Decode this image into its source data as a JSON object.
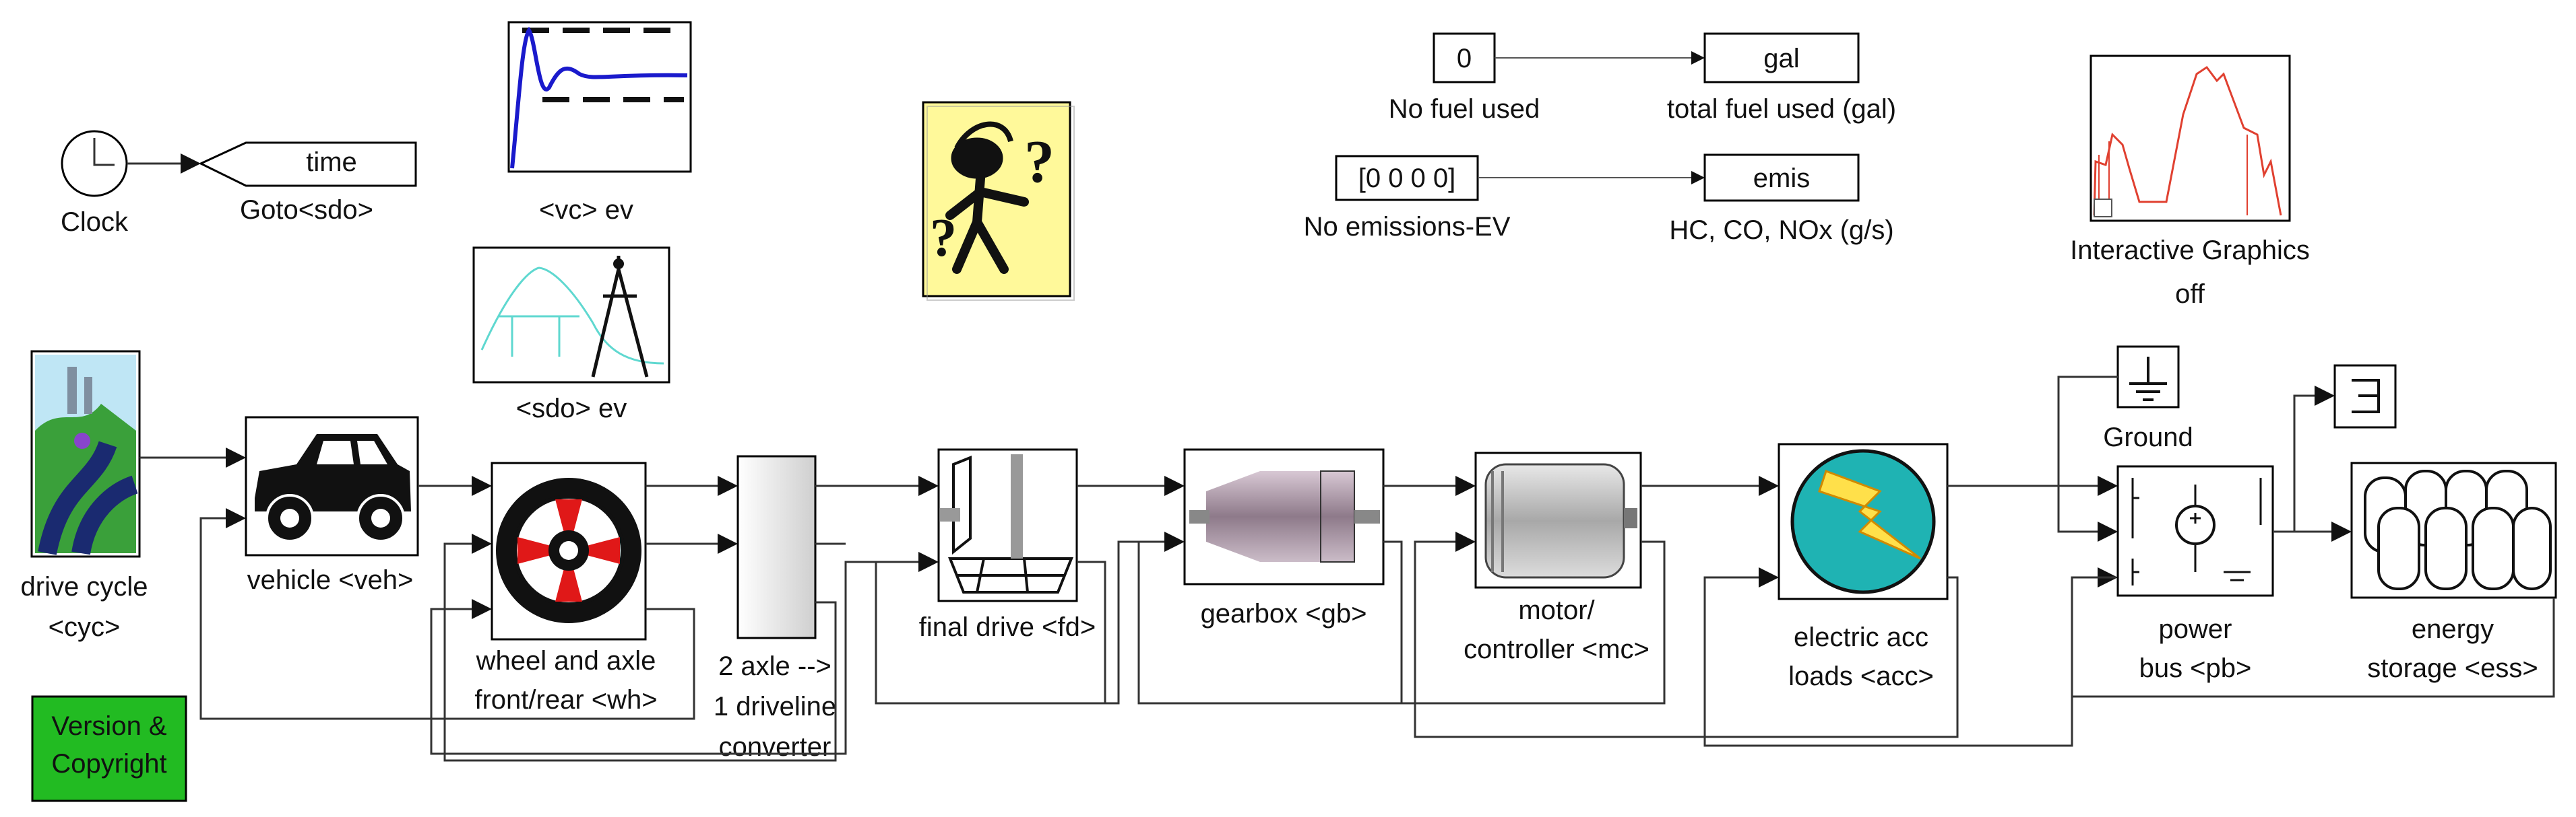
{
  "labels": {
    "clock": "Clock",
    "goto_text": "time",
    "goto_label": "Goto<sdo>",
    "vc_ev": "<vc> ev",
    "sdo_ev": "<sdo> ev",
    "no_fuel_value": "0",
    "no_fuel": "No fuel used",
    "gal_text": "gal",
    "total_fuel": "total fuel used (gal)",
    "no_emis_value": "[0 0 0 0]",
    "no_emis": "No emissions-EV",
    "emis_text": "emis",
    "emis_label": "HC, CO, NOx (g/s)",
    "interactive": "Interactive Graphics",
    "interactive_state": "off",
    "drive_cycle_1": "drive cycle",
    "drive_cycle_2": "<cyc>",
    "vehicle": "vehicle <veh>",
    "wheel_1": "wheel and axle",
    "wheel_2": "front/rear <wh>",
    "conv_1": "2 axle -->",
    "conv_2": "1 driveline",
    "conv_3": "converter",
    "final_drive": "final drive <fd>",
    "gearbox": "gearbox <gb>",
    "motor_1": "motor/",
    "motor_2": "controller <mc>",
    "acc_1": "electric acc",
    "acc_2": "loads <acc>",
    "ground": "Ground",
    "bus_1": "power",
    "bus_2": "bus <pb>",
    "ess_1": "energy",
    "ess_2": "storage <ess>",
    "version_1": "Version &",
    "version_2": "Copyright"
  },
  "colors": {
    "help_block": "#fff99a",
    "version_block": "#22bb22",
    "acc_circle": "#1fb3b3",
    "scope_line": "#1a1acc",
    "graphics_line": "#e04030",
    "wheel_red": "#e01818"
  },
  "icons": [
    "clock-icon",
    "scope-icon",
    "help-icon",
    "car-icon",
    "wheel-icon",
    "gearbox-icon",
    "motor-icon",
    "lightning-icon",
    "ground-icon",
    "terminator-icon",
    "battery-icon"
  ]
}
